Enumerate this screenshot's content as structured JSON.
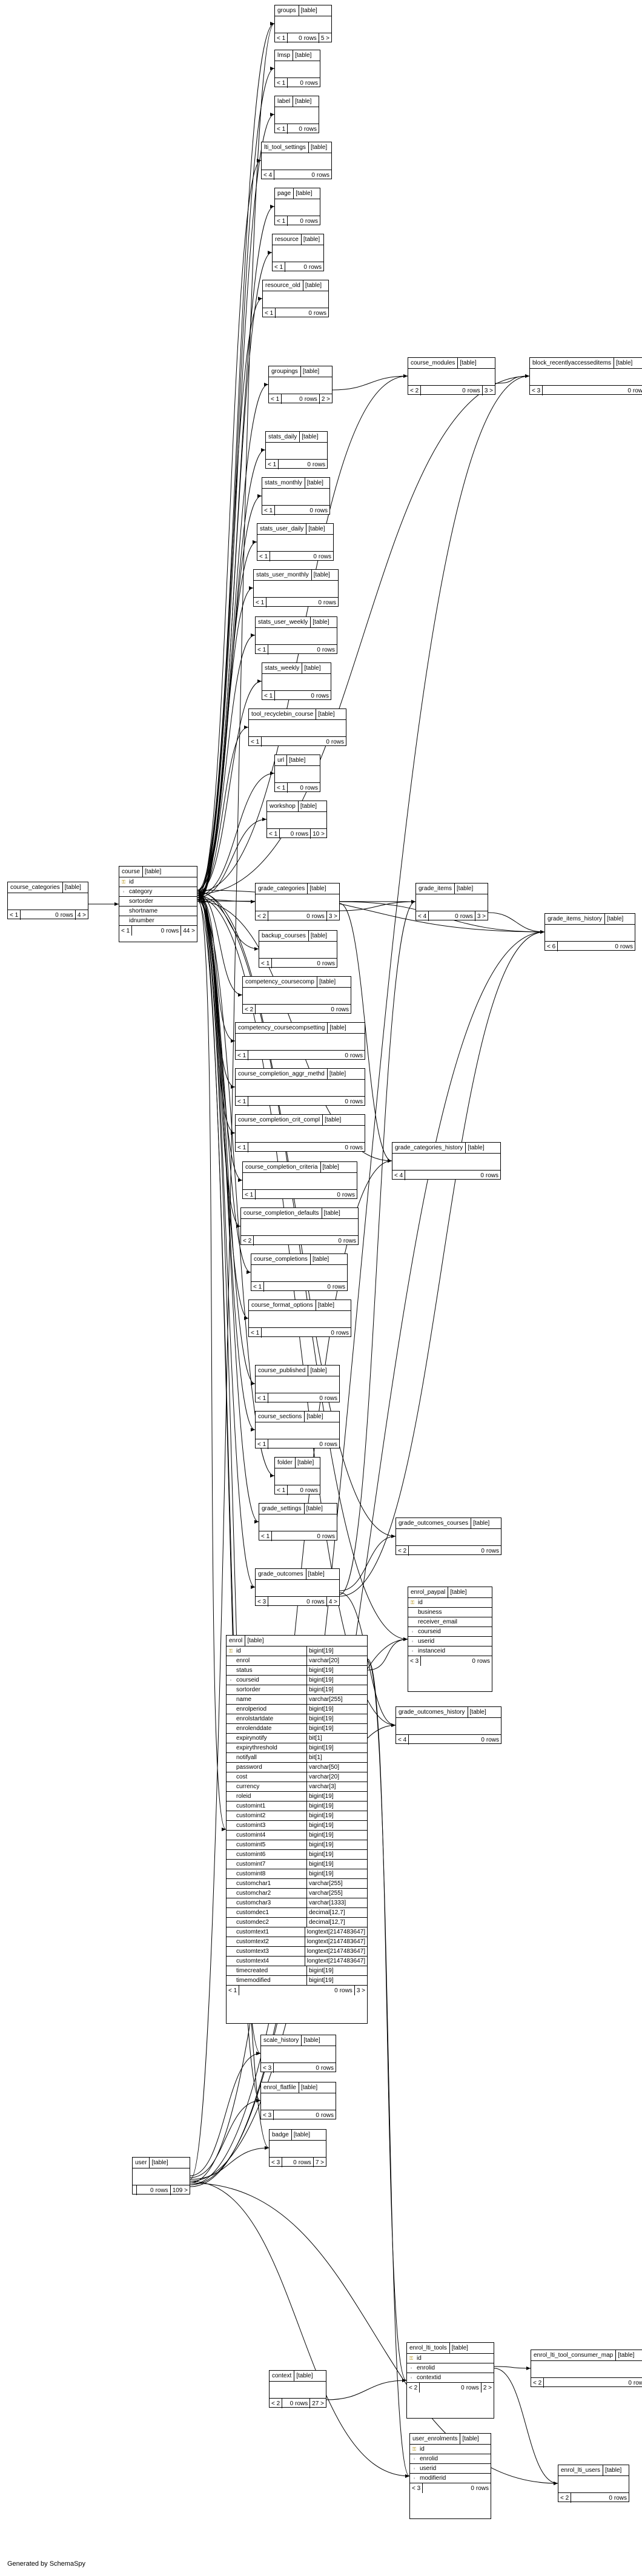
{
  "diagram": {
    "footer": "Generated by SchemaSpy",
    "kind_label": "[table]",
    "rows_suffix": "rows",
    "tables": [
      {
        "id": "groups",
        "name": "groups",
        "cols": [],
        "footer": {
          "c": "< 1",
          "r": "0",
          "p": "5 >"
        }
      },
      {
        "id": "lmsp",
        "name": "lmsp",
        "cols": [],
        "footer": {
          "c": "< 1",
          "r": "0",
          "p": ""
        }
      },
      {
        "id": "label",
        "name": "label",
        "cols": [],
        "footer": {
          "c": "< 1",
          "r": "0",
          "p": ""
        }
      },
      {
        "id": "lti_tool_settings",
        "name": "lti_tool_settings",
        "cols": [],
        "footer": {
          "c": "< 4",
          "r": "0",
          "p": ""
        }
      },
      {
        "id": "page",
        "name": "page",
        "cols": [],
        "footer": {
          "c": "< 1",
          "r": "0",
          "p": ""
        }
      },
      {
        "id": "resource",
        "name": "resource",
        "cols": [],
        "footer": {
          "c": "< 1",
          "r": "0",
          "p": ""
        }
      },
      {
        "id": "resource_old",
        "name": "resource_old",
        "cols": [],
        "footer": {
          "c": "< 1",
          "r": "0",
          "p": ""
        }
      },
      {
        "id": "groupings",
        "name": "groupings",
        "cols": [],
        "footer": {
          "c": "< 1",
          "r": "0",
          "p": "2 >"
        }
      },
      {
        "id": "course_modules",
        "name": "course_modules",
        "cols": [],
        "footer": {
          "c": "< 2",
          "r": "0",
          "p": "3 >"
        }
      },
      {
        "id": "block_recentlyaccesseditems",
        "name": "block_recentlyaccesseditems",
        "cols": [],
        "footer": {
          "c": "< 3",
          "r": "0",
          "p": ""
        }
      },
      {
        "id": "stats_daily",
        "name": "stats_daily",
        "cols": [],
        "footer": {
          "c": "< 1",
          "r": "0",
          "p": ""
        }
      },
      {
        "id": "stats_monthly",
        "name": "stats_monthly",
        "cols": [],
        "footer": {
          "c": "< 1",
          "r": "0",
          "p": ""
        }
      },
      {
        "id": "stats_user_daily",
        "name": "stats_user_daily",
        "cols": [],
        "footer": {
          "c": "< 1",
          "r": "0",
          "p": ""
        }
      },
      {
        "id": "stats_user_monthly",
        "name": "stats_user_monthly",
        "cols": [],
        "footer": {
          "c": "< 1",
          "r": "0",
          "p": ""
        }
      },
      {
        "id": "stats_user_weekly",
        "name": "stats_user_weekly",
        "cols": [],
        "footer": {
          "c": "< 1",
          "r": "0",
          "p": ""
        }
      },
      {
        "id": "stats_weekly",
        "name": "stats_weekly",
        "cols": [],
        "footer": {
          "c": "< 1",
          "r": "0",
          "p": ""
        }
      },
      {
        "id": "tool_recyclebin_course",
        "name": "tool_recyclebin_course",
        "cols": [],
        "footer": {
          "c": "< 1",
          "r": "0",
          "p": ""
        }
      },
      {
        "id": "url",
        "name": "url",
        "cols": [],
        "footer": {
          "c": "< 1",
          "r": "0",
          "p": ""
        }
      },
      {
        "id": "workshop",
        "name": "workshop",
        "cols": [],
        "footer": {
          "c": "< 1",
          "r": "0",
          "p": "10 >"
        }
      },
      {
        "id": "course_categories",
        "name": "course_categories",
        "cols": [],
        "footer": {
          "c": "< 1",
          "r": "0",
          "p": "4 >"
        }
      },
      {
        "id": "course",
        "name": "course",
        "cols": [
          {
            "k": "key",
            "n": "id",
            "t": ""
          },
          {
            "k": "fk",
            "n": "category",
            "t": ""
          },
          {
            "k": "",
            "n": "sortorder",
            "t": ""
          },
          {
            "k": "",
            "n": "shortname",
            "t": ""
          },
          {
            "k": "",
            "n": "idnumber",
            "t": ""
          }
        ],
        "footer": {
          "c": "< 1",
          "r": "0",
          "p": "44 >"
        }
      },
      {
        "id": "grade_categories",
        "name": "grade_categories",
        "cols": [],
        "footer": {
          "c": "< 2",
          "r": "0",
          "p": "3 >"
        }
      },
      {
        "id": "grade_items",
        "name": "grade_items",
        "cols": [],
        "footer": {
          "c": "< 4",
          "r": "0",
          "p": "3 >"
        }
      },
      {
        "id": "grade_items_history",
        "name": "grade_items_history",
        "cols": [],
        "footer": {
          "c": "< 6",
          "r": "0",
          "p": ""
        }
      },
      {
        "id": "backup_courses",
        "name": "backup_courses",
        "cols": [],
        "footer": {
          "c": "< 1",
          "r": "0",
          "p": ""
        }
      },
      {
        "id": "competency_coursecomp",
        "name": "competency_coursecomp",
        "cols": [],
        "footer": {
          "c": "< 2",
          "r": "0",
          "p": ""
        }
      },
      {
        "id": "competency_coursecompsetting",
        "name": "competency_coursecompsetting",
        "cols": [],
        "footer": {
          "c": "< 1",
          "r": "0",
          "p": ""
        }
      },
      {
        "id": "course_completion_aggr_methd",
        "name": "course_completion_aggr_methd",
        "cols": [],
        "footer": {
          "c": "< 1",
          "r": "0",
          "p": ""
        }
      },
      {
        "id": "course_completion_crit_compl",
        "name": "course_completion_crit_compl",
        "cols": [],
        "footer": {
          "c": "< 1",
          "r": "0",
          "p": ""
        }
      },
      {
        "id": "grade_categories_history",
        "name": "grade_categories_history",
        "cols": [],
        "footer": {
          "c": "< 4",
          "r": "0",
          "p": ""
        }
      },
      {
        "id": "course_completion_criteria",
        "name": "course_completion_criteria",
        "cols": [],
        "footer": {
          "c": "< 1",
          "r": "0",
          "p": ""
        }
      },
      {
        "id": "course_completion_defaults",
        "name": "course_completion_defaults",
        "cols": [],
        "footer": {
          "c": "< 2",
          "r": "0",
          "p": ""
        }
      },
      {
        "id": "course_completions",
        "name": "course_completions",
        "cols": [],
        "footer": {
          "c": "< 1",
          "r": "0",
          "p": ""
        }
      },
      {
        "id": "course_format_options",
        "name": "course_format_options",
        "cols": [],
        "footer": {
          "c": "< 1",
          "r": "0",
          "p": ""
        }
      },
      {
        "id": "course_published",
        "name": "course_published",
        "cols": [],
        "footer": {
          "c": "< 1",
          "r": "0",
          "p": ""
        }
      },
      {
        "id": "course_sections",
        "name": "course_sections",
        "cols": [],
        "footer": {
          "c": "< 1",
          "r": "0",
          "p": ""
        }
      },
      {
        "id": "folder",
        "name": "folder",
        "cols": [],
        "footer": {
          "c": "< 1",
          "r": "0",
          "p": ""
        }
      },
      {
        "id": "grade_settings",
        "name": "grade_settings",
        "cols": [],
        "footer": {
          "c": "< 1",
          "r": "0",
          "p": ""
        }
      },
      {
        "id": "grade_outcomes_courses",
        "name": "grade_outcomes_courses",
        "cols": [],
        "footer": {
          "c": "< 2",
          "r": "0",
          "p": ""
        }
      },
      {
        "id": "grade_outcomes",
        "name": "grade_outcomes",
        "cols": [],
        "footer": {
          "c": "< 3",
          "r": "0",
          "p": "4 >"
        }
      },
      {
        "id": "enrol_paypal",
        "name": "enrol_paypal",
        "cols": [
          {
            "k": "key",
            "n": "id",
            "t": ""
          },
          {
            "k": "",
            "n": "business",
            "t": ""
          },
          {
            "k": "",
            "n": "receiver_email",
            "t": ""
          },
          {
            "k": "fk",
            "n": "courseid",
            "t": ""
          },
          {
            "k": "fk",
            "n": "userid",
            "t": ""
          },
          {
            "k": "fk",
            "n": "instanceid",
            "t": ""
          }
        ],
        "footer": {
          "c": "< 3",
          "r": "0",
          "p": ""
        }
      },
      {
        "id": "grade_outcomes_history",
        "name": "grade_outcomes_history",
        "cols": [],
        "footer": {
          "c": "< 4",
          "r": "0",
          "p": ""
        }
      },
      {
        "id": "enrol",
        "name": "enrol",
        "cols": [
          {
            "k": "key",
            "n": "id",
            "t": "bigint[19]"
          },
          {
            "k": "",
            "n": "enrol",
            "t": "varchar[20]"
          },
          {
            "k": "",
            "n": "status",
            "t": "bigint[19]"
          },
          {
            "k": "fk",
            "n": "courseid",
            "t": "bigint[19]"
          },
          {
            "k": "",
            "n": "sortorder",
            "t": "bigint[19]"
          },
          {
            "k": "",
            "n": "name",
            "t": "varchar[255]"
          },
          {
            "k": "",
            "n": "enrolperiod",
            "t": "bigint[19]"
          },
          {
            "k": "",
            "n": "enrolstartdate",
            "t": "bigint[19]"
          },
          {
            "k": "",
            "n": "enrolenddate",
            "t": "bigint[19]"
          },
          {
            "k": "",
            "n": "expirynotify",
            "t": "bit[1]"
          },
          {
            "k": "",
            "n": "expirythreshold",
            "t": "bigint[19]"
          },
          {
            "k": "",
            "n": "notifyall",
            "t": "bit[1]"
          },
          {
            "k": "",
            "n": "password",
            "t": "varchar[50]"
          },
          {
            "k": "",
            "n": "cost",
            "t": "varchar[20]"
          },
          {
            "k": "",
            "n": "currency",
            "t": "varchar[3]"
          },
          {
            "k": "",
            "n": "roleid",
            "t": "bigint[19]"
          },
          {
            "k": "",
            "n": "customint1",
            "t": "bigint[19]"
          },
          {
            "k": "",
            "n": "customint2",
            "t": "bigint[19]"
          },
          {
            "k": "",
            "n": "customint3",
            "t": "bigint[19]"
          },
          {
            "k": "",
            "n": "customint4",
            "t": "bigint[19]"
          },
          {
            "k": "",
            "n": "customint5",
            "t": "bigint[19]"
          },
          {
            "k": "",
            "n": "customint6",
            "t": "bigint[19]"
          },
          {
            "k": "",
            "n": "customint7",
            "t": "bigint[19]"
          },
          {
            "k": "",
            "n": "customint8",
            "t": "bigint[19]"
          },
          {
            "k": "",
            "n": "customchar1",
            "t": "varchar[255]"
          },
          {
            "k": "",
            "n": "customchar2",
            "t": "varchar[255]"
          },
          {
            "k": "",
            "n": "customchar3",
            "t": "varchar[1333]"
          },
          {
            "k": "",
            "n": "customdec1",
            "t": "decimal[12,7]"
          },
          {
            "k": "",
            "n": "customdec2",
            "t": "decimal[12,7]"
          },
          {
            "k": "",
            "n": "customtext1",
            "t": "longtext[2147483647]"
          },
          {
            "k": "",
            "n": "customtext2",
            "t": "longtext[2147483647]"
          },
          {
            "k": "",
            "n": "customtext3",
            "t": "longtext[2147483647]"
          },
          {
            "k": "",
            "n": "customtext4",
            "t": "longtext[2147483647]"
          },
          {
            "k": "",
            "n": "timecreated",
            "t": "bigint[19]"
          },
          {
            "k": "",
            "n": "timemodified",
            "t": "bigint[19]"
          }
        ],
        "footer": {
          "c": "< 1",
          "r": "0",
          "p": "3 >"
        }
      },
      {
        "id": "scale_history",
        "name": "scale_history",
        "cols": [],
        "footer": {
          "c": "< 3",
          "r": "0",
          "p": ""
        }
      },
      {
        "id": "enrol_flatfile",
        "name": "enrol_flatfile",
        "cols": [],
        "footer": {
          "c": "< 3",
          "r": "0",
          "p": ""
        }
      },
      {
        "id": "badge",
        "name": "badge",
        "cols": [],
        "footer": {
          "c": "< 3",
          "r": "0",
          "p": "7 >"
        }
      },
      {
        "id": "user",
        "name": "user",
        "cols": [],
        "footer": {
          "c": "",
          "r": "0",
          "p": "109 >"
        }
      },
      {
        "id": "enrol_lti_tools",
        "name": "enrol_lti_tools",
        "cols": [
          {
            "k": "key",
            "n": "id",
            "t": ""
          },
          {
            "k": "fk",
            "n": "enrolid",
            "t": ""
          },
          {
            "k": "fk",
            "n": "contextid",
            "t": ""
          }
        ],
        "footer": {
          "c": "< 2",
          "r": "0",
          "p": "2 >"
        }
      },
      {
        "id": "enrol_lti_tool_consumer_map",
        "name": "enrol_lti_tool_consumer_map",
        "cols": [],
        "footer": {
          "c": "< 2",
          "r": "0",
          "p": ""
        }
      },
      {
        "id": "context",
        "name": "context",
        "cols": [],
        "footer": {
          "c": "< 2",
          "r": "0",
          "p": "27 >"
        }
      },
      {
        "id": "user_enrolments",
        "name": "user_enrolments",
        "cols": [
          {
            "k": "key",
            "n": "id",
            "t": ""
          },
          {
            "k": "fk",
            "n": "enrolid",
            "t": ""
          },
          {
            "k": "fk",
            "n": "userid",
            "t": ""
          },
          {
            "k": "fk",
            "n": "modifierid",
            "t": ""
          }
        ],
        "footer": {
          "c": "< 3",
          "r": "0",
          "p": ""
        }
      },
      {
        "id": "enrol_lti_users",
        "name": "enrol_lti_users",
        "cols": [],
        "footer": {
          "c": "< 2",
          "r": "0",
          "p": ""
        }
      }
    ]
  }
}
